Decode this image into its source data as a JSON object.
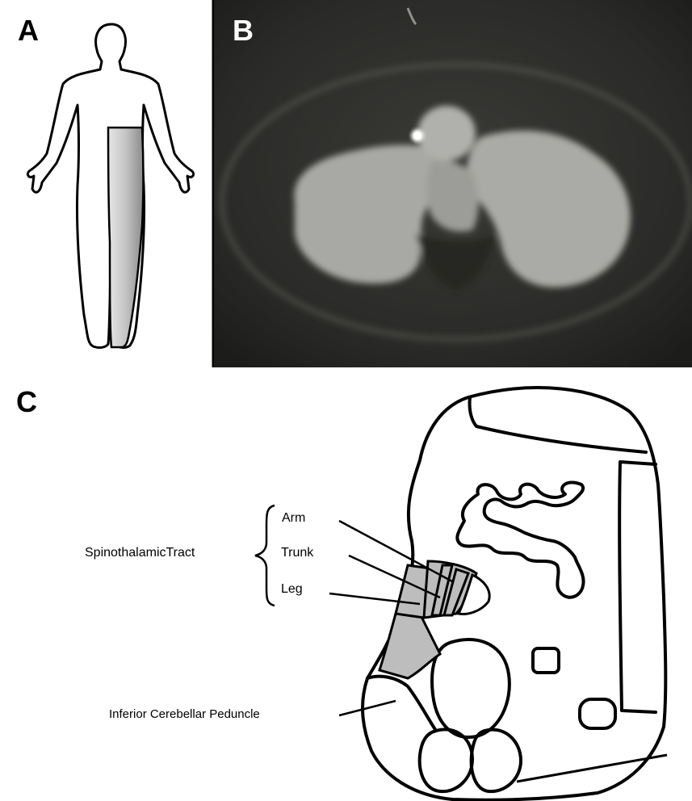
{
  "panels": {
    "a": {
      "letter": "A"
    },
    "b": {
      "letter": "B"
    },
    "c": {
      "letter": "C",
      "labels": {
        "tract": "SpinothalamicTract",
        "arm": "Arm",
        "trunk": "Trunk",
        "leg": "Leg",
        "peduncle": "Inferior Cerebellar Peduncle"
      }
    }
  },
  "colors": {
    "figure_stroke": "#000000",
    "shaded_region": "#bdbdbd",
    "mri_background": "#2c2c2a",
    "lesion_signal": "#d2d2d2"
  }
}
